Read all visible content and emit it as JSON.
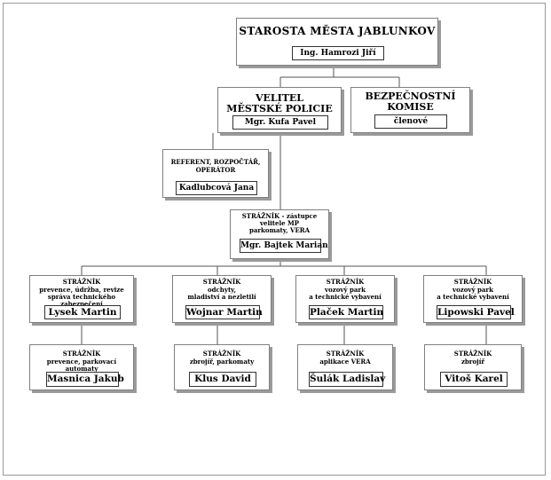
{
  "mayor": {
    "title": "STAROSTA MĚSTA JABLUNKOV",
    "name": "Ing. Hamrozi Jiří"
  },
  "police_commander": {
    "title_line1": "VELITEL",
    "title_line2": "MĚSTSKÉ POLICIE",
    "name": "Mgr. Kufa Pavel"
  },
  "security_committee": {
    "title_line1": "BEZPEČNOSTNÍ",
    "title_line2": "KOMISE",
    "name": "členové"
  },
  "referent": {
    "title_line1": "REFERENT, ROZPOČTÁŘ,",
    "title_line2": "OPERÁTOR",
    "name": "Kadlubcová Jana"
  },
  "deputy": {
    "title_line1": "STRÁŽNÍK - zástupce",
    "title_line2": "velitele MP",
    "title_line3": "parkomaty, VERA",
    "name": "Mgr. Bajtek Marian"
  },
  "guards_row1": [
    {
      "title_line1": "STRÁŽNÍK",
      "title_line2": "prevence, údržba, revize",
      "title_line3": "správa technického zabezpečení",
      "name": "Lysek Martin"
    },
    {
      "title_line1": "STRÁŽNÍK",
      "title_line2": "odchyty,",
      "title_line3": "mladiství a nezletilí",
      "name": "Wojnar Martin"
    },
    {
      "title_line1": "STRÁŽNÍK",
      "title_line2": "vozový park",
      "title_line3": "a technické vybavení",
      "name": "Plaček Martin"
    },
    {
      "title_line1": "STRÁŽNÍK",
      "title_line2": "vozový park",
      "title_line3": "a technické vybavení",
      "name": "Lipowski Pavel"
    }
  ],
  "guards_row2": [
    {
      "title_line1": "STRÁŽNÍK",
      "title_line2": "prevence, parkovací automaty",
      "name": "Masnica Jakub"
    },
    {
      "title_line1": "STRÁŽNÍK",
      "title_line2": "zbrojíř, parkomaty",
      "name": "Klus David"
    },
    {
      "title_line1": "STRÁŽNÍK",
      "title_line2": "aplikace VERA",
      "name": "Šulák Ladislav"
    },
    {
      "title_line1": "STRÁŽNÍK",
      "title_line2": "zbrojíř",
      "name": "Vitoš Karel"
    }
  ]
}
